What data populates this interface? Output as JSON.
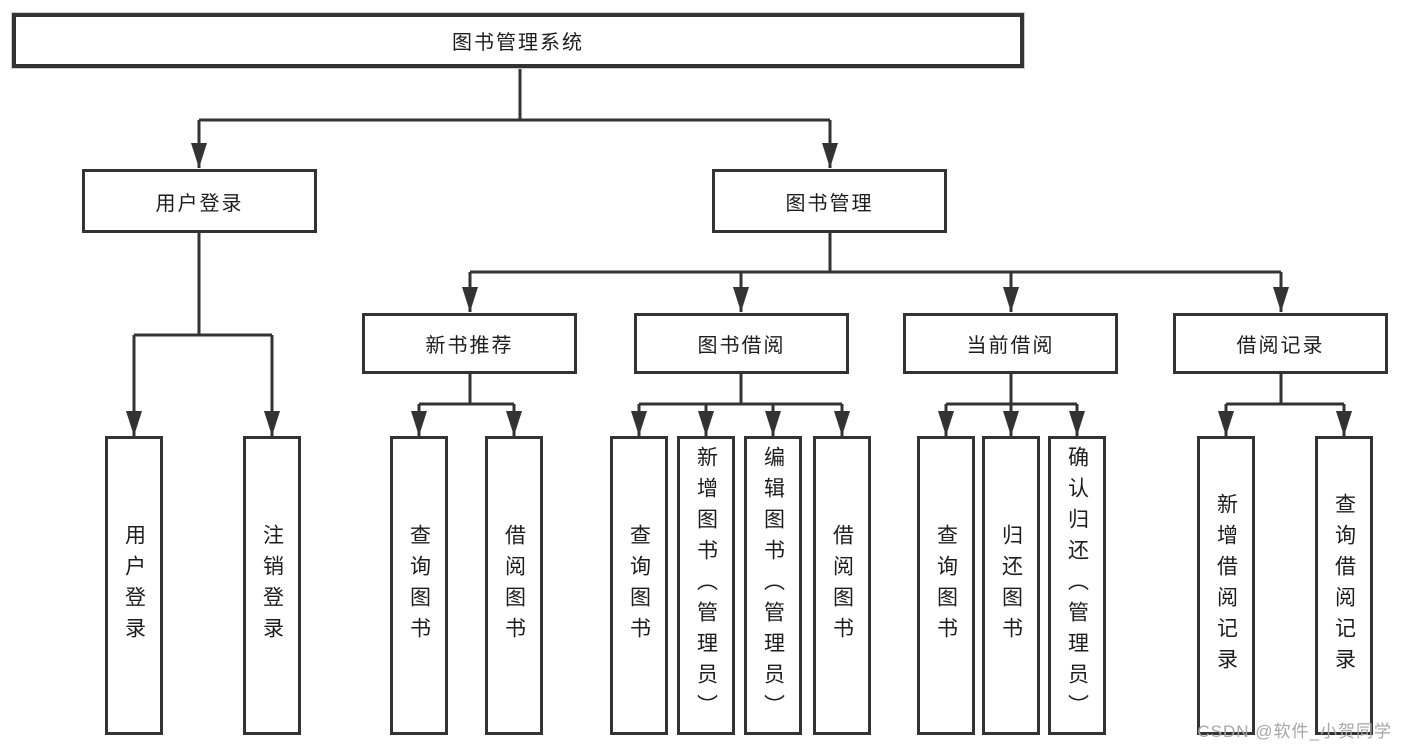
{
  "diagram": {
    "type": "hierarchy-tree",
    "root_label": "图书管理系统",
    "hierarchy": {
      "图书管理系统": {
        "用户登录": [
          "用户登录",
          "注销登录"
        ],
        "图书管理": {
          "新书推荐": [
            "查询图书",
            "借阅图书"
          ],
          "图书借阅": [
            "查询图书",
            "新增图书（管理员）",
            "编辑图书（管理员）",
            "借阅图书"
          ],
          "当前借阅": [
            "查询图书",
            "归还图书",
            "确认归还（管理员）"
          ],
          "借阅记录": [
            "新增借阅记录",
            "查询借阅记录"
          ]
        }
      }
    }
  },
  "nodes": {
    "root": {
      "label": "图书管理系统"
    },
    "user_login": {
      "label": "用户登录"
    },
    "book_mgmt": {
      "label": "图书管理"
    },
    "new_book_rec": {
      "label": "新书推荐"
    },
    "book_borrow": {
      "label": "图书借阅"
    },
    "current_borrow": {
      "label": "当前借阅"
    },
    "borrow_record": {
      "label": "借阅记录"
    },
    "leaf_user_login": {
      "label": "用户登录"
    },
    "leaf_logout": {
      "label": "注销登录"
    },
    "leaf_query_book_rec": {
      "label": "查询图书"
    },
    "leaf_borrow_book_rec": {
      "label": "借阅图书"
    },
    "leaf_query_book_borrow": {
      "label": "查询图书"
    },
    "leaf_add_book": {
      "label": "新增图书（管理员）"
    },
    "leaf_edit_book": {
      "label": "编辑图书（管理员）"
    },
    "leaf_borrow_book_borrow": {
      "label": "借阅图书"
    },
    "leaf_query_book_current": {
      "label": "查询图书"
    },
    "leaf_return_book": {
      "label": "归还图书"
    },
    "leaf_confirm_return": {
      "label": "确认归还（管理员）"
    },
    "leaf_add_borrow_record": {
      "label": "新增借阅记录"
    },
    "leaf_query_borrow_record": {
      "label": "查询借阅记录"
    }
  },
  "colors": {
    "line": "#333333",
    "box_border": "#333333",
    "text": "#1d1d1d",
    "background": "#ffffff",
    "watermark": "#a6a6a6"
  },
  "watermark": {
    "text": "CSDN @软件_小贺同学"
  }
}
